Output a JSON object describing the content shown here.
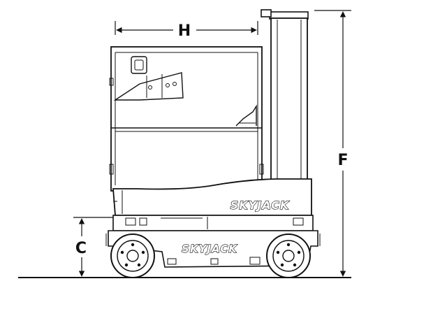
{
  "dimensions": {
    "h_label": "H",
    "f_label": "F",
    "c_label": "C"
  },
  "branding": {
    "chassis_logo": "SKYJACK",
    "base_logo": "SKYJACK"
  },
  "colors": {
    "line": "#111111",
    "background": "#ffffff"
  }
}
